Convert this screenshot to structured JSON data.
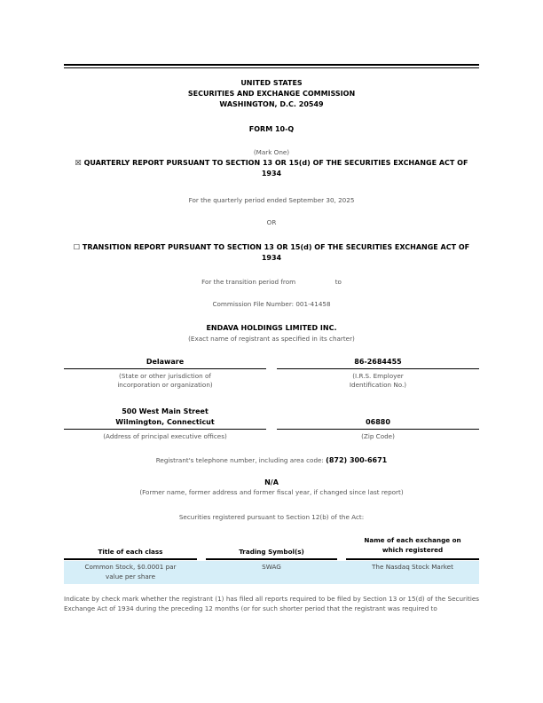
{
  "header": {
    "agency_line1": "UNITED STATES",
    "agency_line2": "SECURITIES AND EXCHANGE COMMISSION",
    "agency_line3": "WASHINGTON, D.C. 20549",
    "form": "FORM 10-Q",
    "mark_one": "(Mark One)"
  },
  "quarterly": {
    "checkbox": "☒",
    "label": "QUARTERLY REPORT PURSUANT TO SECTION 13 OR 15(d) OF THE SECURITIES EXCHANGE ACT OF",
    "year": "1934",
    "period": "For the quarterly period ended September 30, 2025"
  },
  "or_text": "OR",
  "transition": {
    "checkbox": "☐",
    "label": "TRANSITION REPORT PURSUANT TO SECTION 13 OR 15(d) OF THE SECURITIES EXCHANGE ACT OF",
    "year": "1934",
    "period_from": "For the transition period from",
    "period_to": "to"
  },
  "commission": "Commission File Number: 001-41458",
  "registrant": {
    "name": "ENDAVA HOLDINGS LIMITED INC.",
    "name_caption": "(Exact name of registrant as specified in its charter)",
    "state": "Delaware",
    "state_caption_1": "(State or other jurisdiction of",
    "state_caption_2": "incorporation or organization)",
    "ein": "86-2684455",
    "ein_caption_1": "(I.R.S. Employer",
    "ein_caption_2": "Identification No.)",
    "address_1": "500 West Main Street",
    "address_2": "Wilmington, Connecticut",
    "address_caption": "(Address of principal executive offices)",
    "zip": "06880",
    "zip_caption": "(Zip Code)",
    "phone_label": "Registrant's telephone number, including area code:",
    "phone": "(872) 300-6671",
    "former": "N/A",
    "former_caption": "(Former name, former address and former fiscal year, if changed since last report)"
  },
  "securities": {
    "intro": "Securities registered pursuant to Section 12(b) of the Act:",
    "col1_header": "Title of each class",
    "col2_header": "Trading Symbol(s)",
    "col3_header_1": "Name of each exchange on",
    "col3_header_2": "which registered",
    "row_col1_1": "Common Stock, $0.0001 par",
    "row_col1_2": "value per share",
    "row_col2": "SWAG",
    "row_col3": "The Nasdaq Stock Market"
  },
  "footer_paragraph": "Indicate by check mark whether the registrant (1) has filed all reports required to be filed by Section 13 or 15(d) of the Securities Exchange Act of 1934 during the preceding 12 months (or for such shorter period that the registrant was required to",
  "colors": {
    "highlight": "#d6eef8",
    "rule": "#000000"
  }
}
